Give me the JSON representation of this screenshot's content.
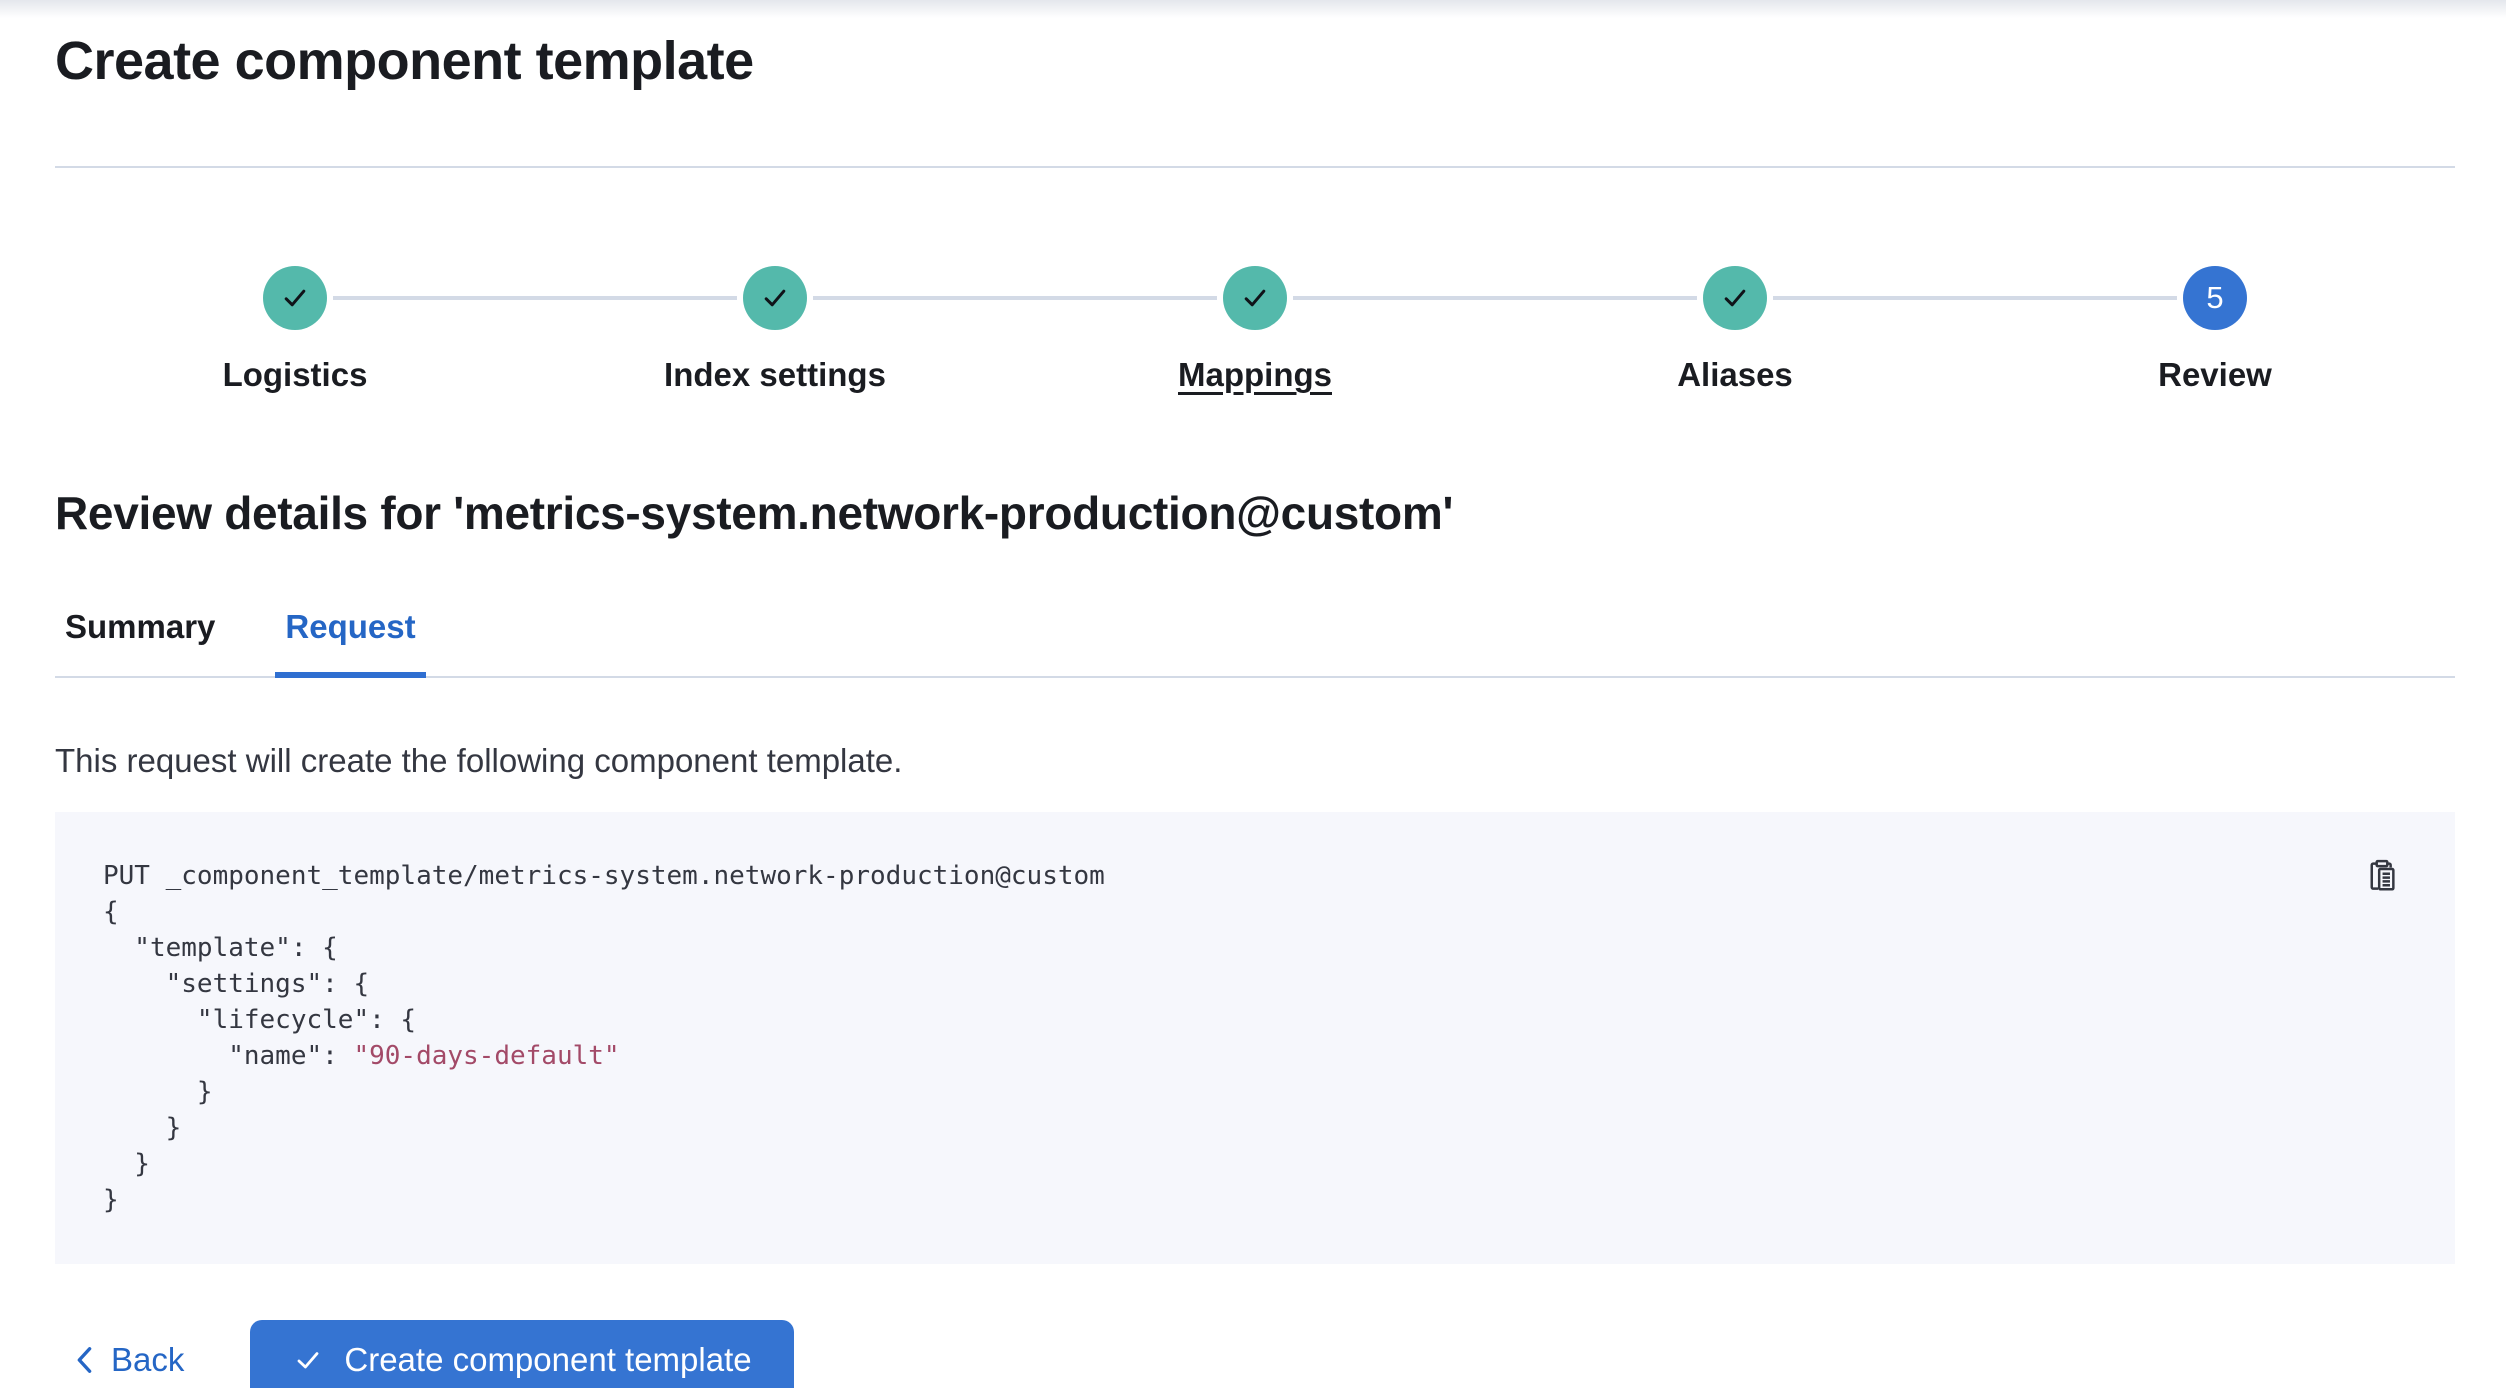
{
  "page": {
    "title": "Create component template",
    "review_heading": "Review details for 'metrics-system.network-production@custom'",
    "description": "This request will create the following component template."
  },
  "stepper": {
    "steps": [
      {
        "label": "Logistics",
        "status": "complete",
        "icon": "check-icon",
        "underlined": false
      },
      {
        "label": "Index settings",
        "status": "complete",
        "icon": "check-icon",
        "underlined": false
      },
      {
        "label": "Mappings",
        "status": "complete",
        "icon": "check-icon",
        "underlined": true
      },
      {
        "label": "Aliases",
        "status": "complete",
        "icon": "check-icon",
        "underlined": false
      },
      {
        "label": "Review",
        "status": "current",
        "number": "5",
        "underlined": false
      }
    ]
  },
  "tabs": [
    {
      "label": "Summary",
      "active": false
    },
    {
      "label": "Request",
      "active": true
    }
  ],
  "code_block": {
    "lines": [
      {
        "segments": [
          {
            "text": "PUT _component_template/metrics-system.network-production@custom",
            "type": "plain"
          }
        ]
      },
      {
        "segments": [
          {
            "text": "{",
            "type": "plain"
          }
        ]
      },
      {
        "segments": [
          {
            "text": "  \"template\": {",
            "type": "plain"
          }
        ]
      },
      {
        "segments": [
          {
            "text": "    \"settings\": {",
            "type": "plain"
          }
        ]
      },
      {
        "segments": [
          {
            "text": "      \"lifecycle\": {",
            "type": "plain"
          }
        ]
      },
      {
        "segments": [
          {
            "text": "        \"name\": ",
            "type": "plain"
          },
          {
            "text": "\"90-days-default\"",
            "type": "string"
          }
        ]
      },
      {
        "segments": [
          {
            "text": "      }",
            "type": "plain"
          }
        ]
      },
      {
        "segments": [
          {
            "text": "    }",
            "type": "plain"
          }
        ]
      },
      {
        "segments": [
          {
            "text": "  }",
            "type": "plain"
          }
        ]
      },
      {
        "segments": [
          {
            "text": "}",
            "type": "plain"
          }
        ]
      }
    ],
    "copy_icon": "copy-clipboard-icon"
  },
  "footer": {
    "back_label": "Back",
    "back_icon": "chevron-left-icon",
    "create_label": "Create component template",
    "create_icon": "check-icon"
  },
  "colors": {
    "step_complete": "#54b9ab",
    "step_current": "#3574d2",
    "primary_button": "#3574d2",
    "link_blue": "#2566c5",
    "tab_active": "#2566c5",
    "divider": "#d3dae6",
    "code_background": "#f6f7fc",
    "code_text": "#343741",
    "code_string": "#a34a68",
    "heading_text": "#1a1c21"
  }
}
